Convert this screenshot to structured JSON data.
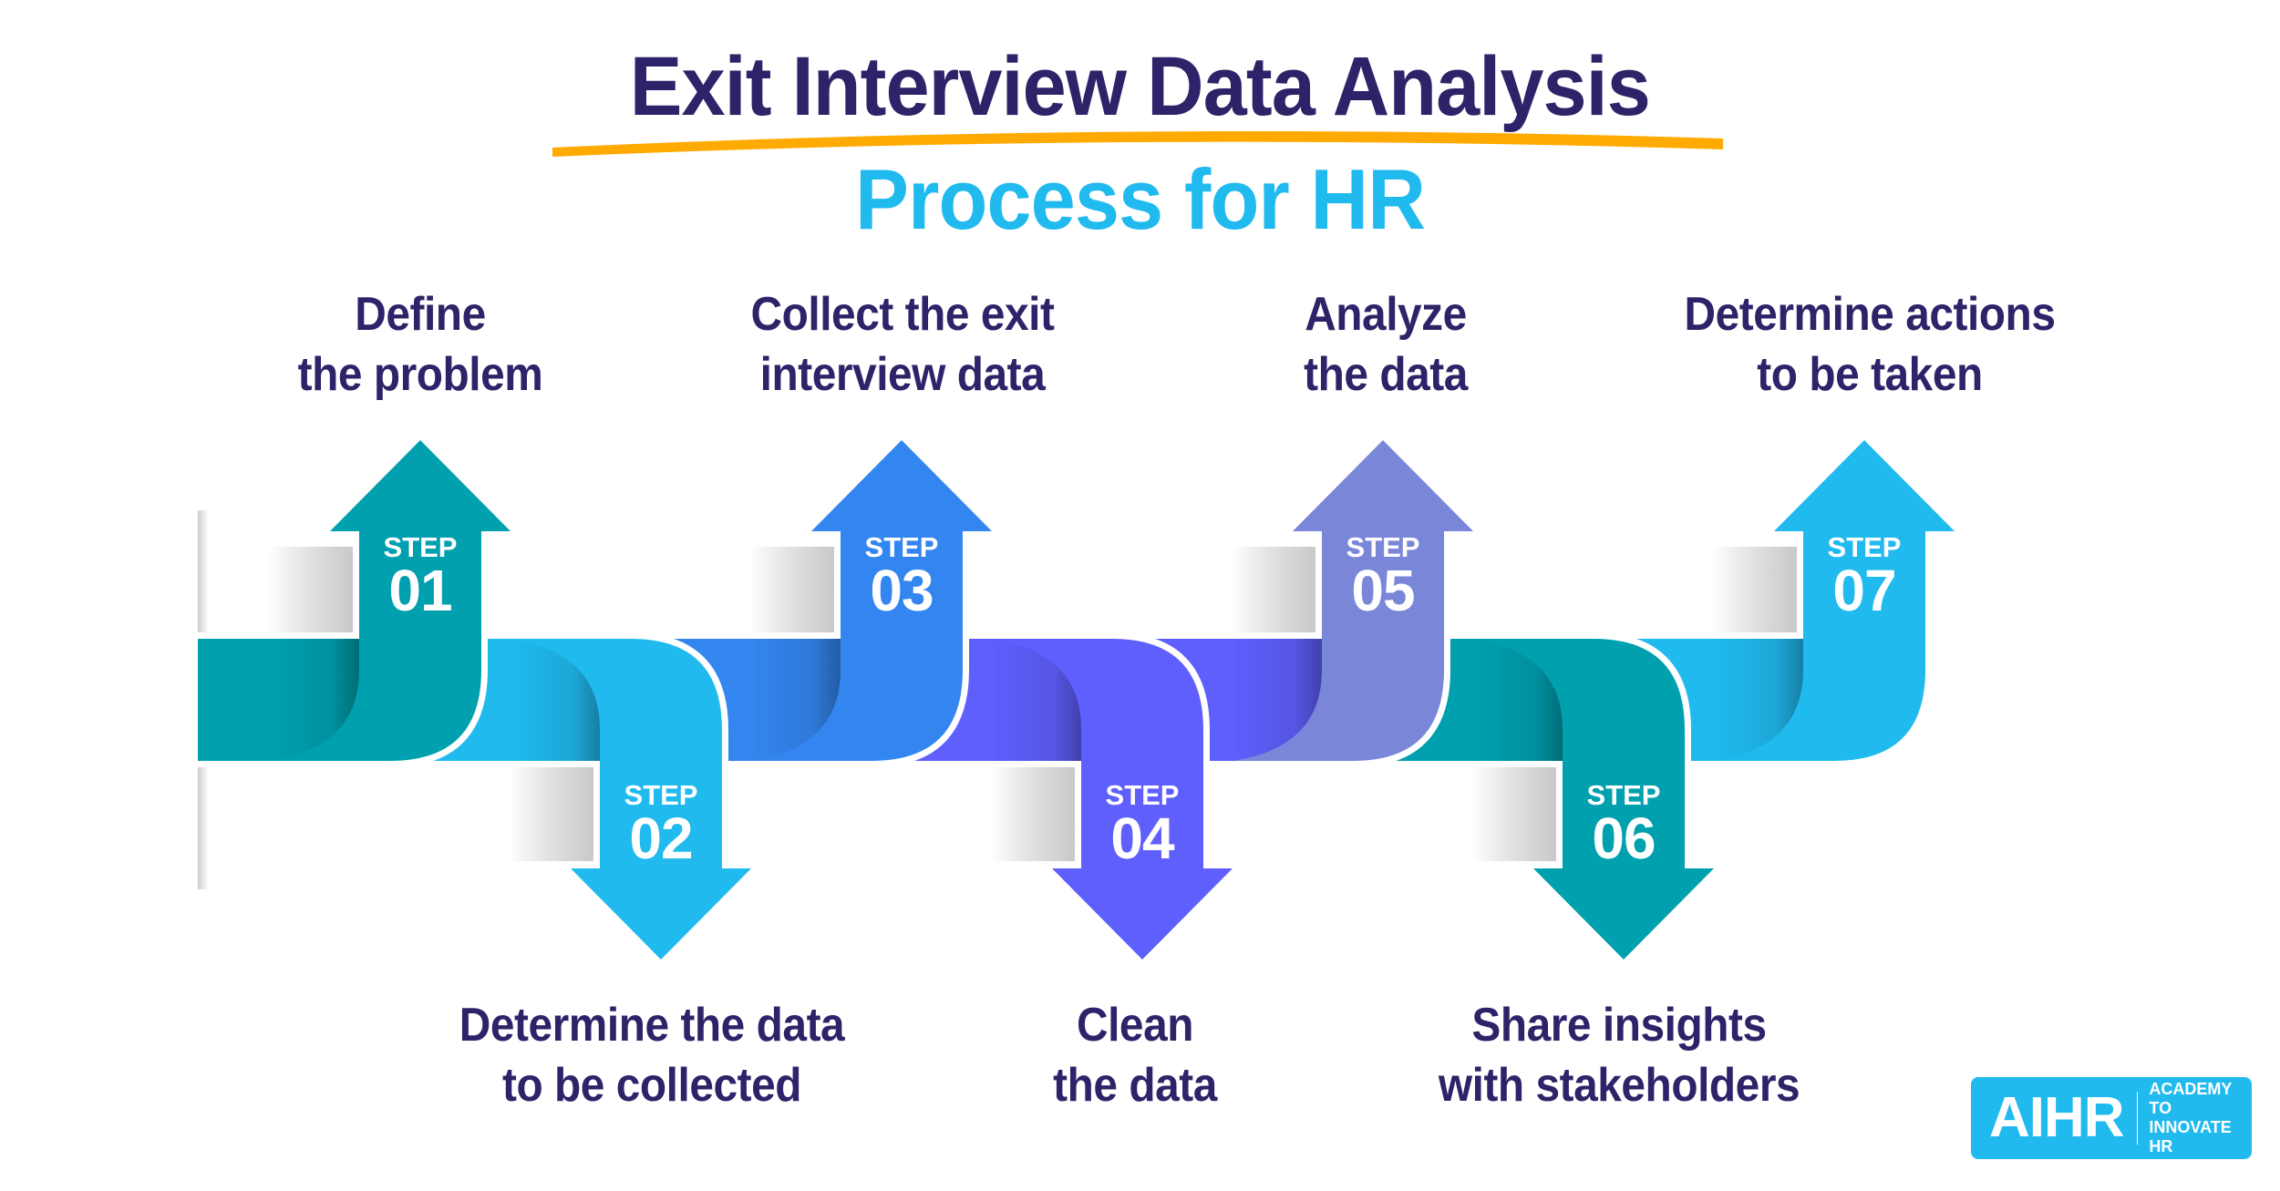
{
  "header": {
    "title": "Exit Interview Data Analysis",
    "subtitle": "Process for HR"
  },
  "colors": {
    "title_navy": "#2E2369",
    "subtitle_blue": "#20BAEF",
    "underline_orange": "#FFAA00"
  },
  "steps": [
    {
      "tag": "STEP",
      "number": "01",
      "direction": "up",
      "color": "#00A0AF",
      "label_line1": "Define",
      "label_line2": "the problem"
    },
    {
      "tag": "STEP",
      "number": "02",
      "direction": "down",
      "color": "#20BAEF",
      "label_line1": "Determine the data",
      "label_line2": "to be collected"
    },
    {
      "tag": "STEP",
      "number": "03",
      "direction": "up",
      "color": "#3386F0",
      "label_line1": "Collect the exit",
      "label_line2": "interview data"
    },
    {
      "tag": "STEP",
      "number": "04",
      "direction": "down",
      "color": "#5E5FFD",
      "label_line1": "Clean",
      "label_line2": "the data"
    },
    {
      "tag": "STEP",
      "number": "05",
      "direction": "up",
      "color": "#7A86D8",
      "label_line1": "Analyze",
      "label_line2": "the data"
    },
    {
      "tag": "STEP",
      "number": "06",
      "direction": "down",
      "color": "#00A0AF",
      "label_line1": "Share insights",
      "label_line2": "with stakeholders"
    },
    {
      "tag": "STEP",
      "number": "07",
      "direction": "up",
      "color": "#20BAEF",
      "label_line1": "Determine actions",
      "label_line2": "to be taken"
    }
  ],
  "logo": {
    "mark": "AIHR",
    "tagline_line1": "ACADEMY TO",
    "tagline_line2": "INNOVATE HR",
    "background": "#20BAEF"
  }
}
